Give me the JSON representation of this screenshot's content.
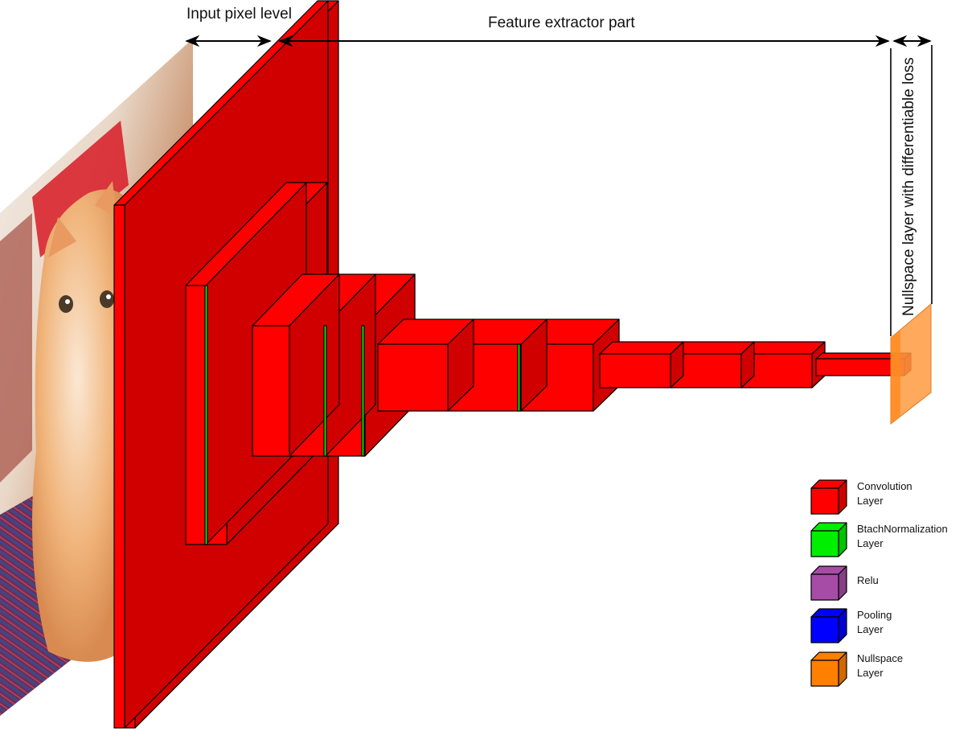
{
  "annotations": {
    "input_level": "Input pixel level",
    "feature_extractor": "Feature extractor part",
    "nullspace_layer": "Nullspace layer with differentiable loss"
  },
  "colors": {
    "convolution": "#ff0000",
    "batchnorm": "#00ee00",
    "relu": "#a64ca6",
    "pooling": "#0000ff",
    "nullspace": "#ff8000"
  },
  "legend": [
    {
      "key": "convolution",
      "line1": "Convolution",
      "line2": "Layer"
    },
    {
      "key": "batchnorm",
      "line1": "BtachNormalization",
      "line2": "Layer"
    },
    {
      "key": "relu",
      "line1": "Relu",
      "line2": ""
    },
    {
      "key": "pooling",
      "line1": "Pooling",
      "line2": "Layer"
    },
    {
      "key": "nullspace",
      "line1": "Nullspace",
      "line2": "Layer"
    }
  ],
  "input_image": "kitten-photo"
}
